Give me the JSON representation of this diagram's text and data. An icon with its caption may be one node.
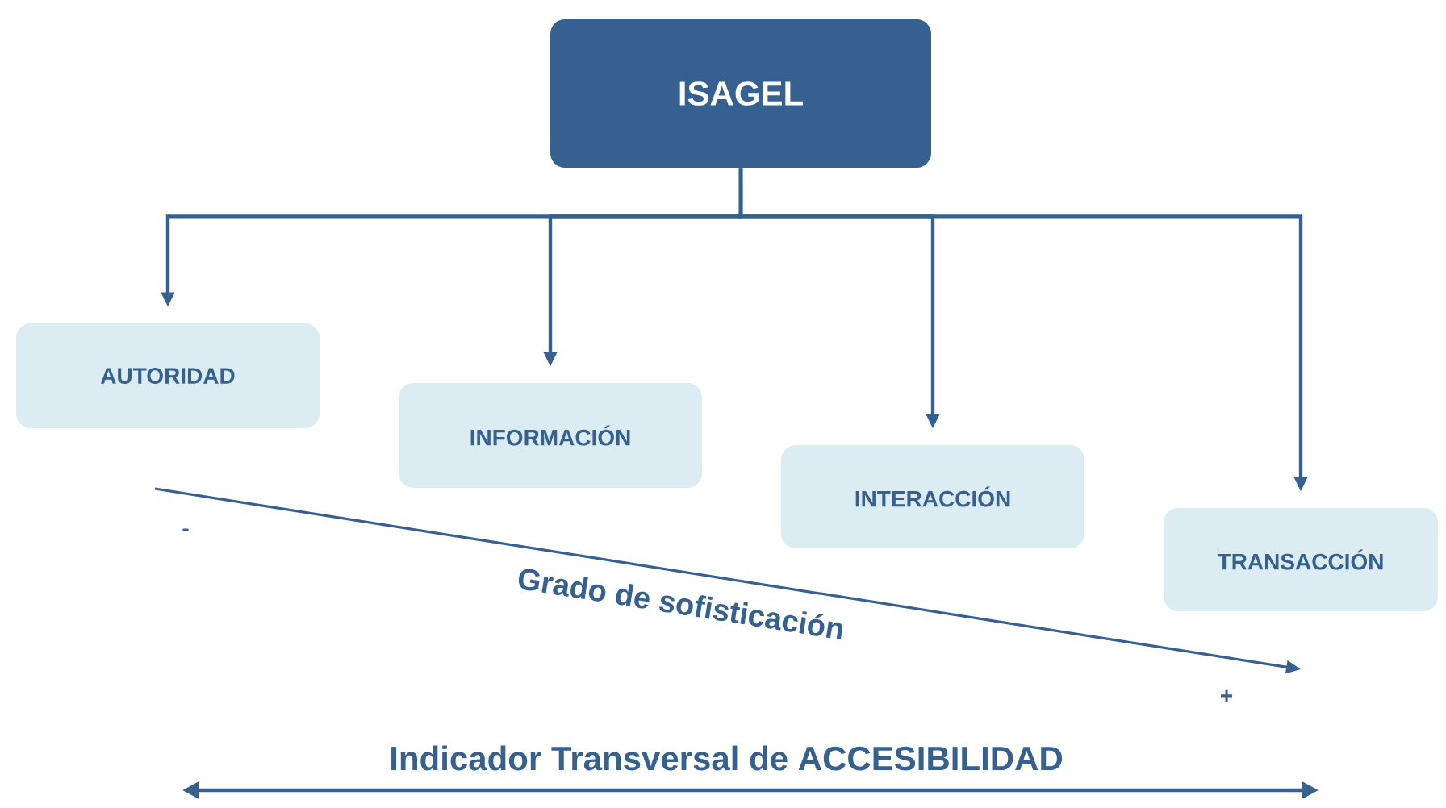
{
  "diagram": {
    "nodes": [
      {
        "text": [
          "ISAGEL"
        ]
      },
      {
        "text": [
          "AUTORIDAD"
        ]
      },
      {
        "text": [
          "INFORMACIÓN"
        ]
      },
      {
        "text": [
          "INTERACCIÓN"
        ]
      },
      {
        "text": [
          "TRANSACCIÓN"
        ]
      }
    ],
    "edges": [
      {
        "from": 0,
        "to": 1,
        "arrow": "to"
      },
      {
        "from": 0,
        "to": 2,
        "arrow": "to"
      },
      {
        "from": 0,
        "to": 3,
        "arrow": "to"
      },
      {
        "from": 0,
        "to": 4,
        "arrow": "to"
      }
    ],
    "labels": [
      "-",
      "Grado de sofisticación",
      "+",
      "Indicador Transversal de ACCESIBILIDAD"
    ]
  }
}
